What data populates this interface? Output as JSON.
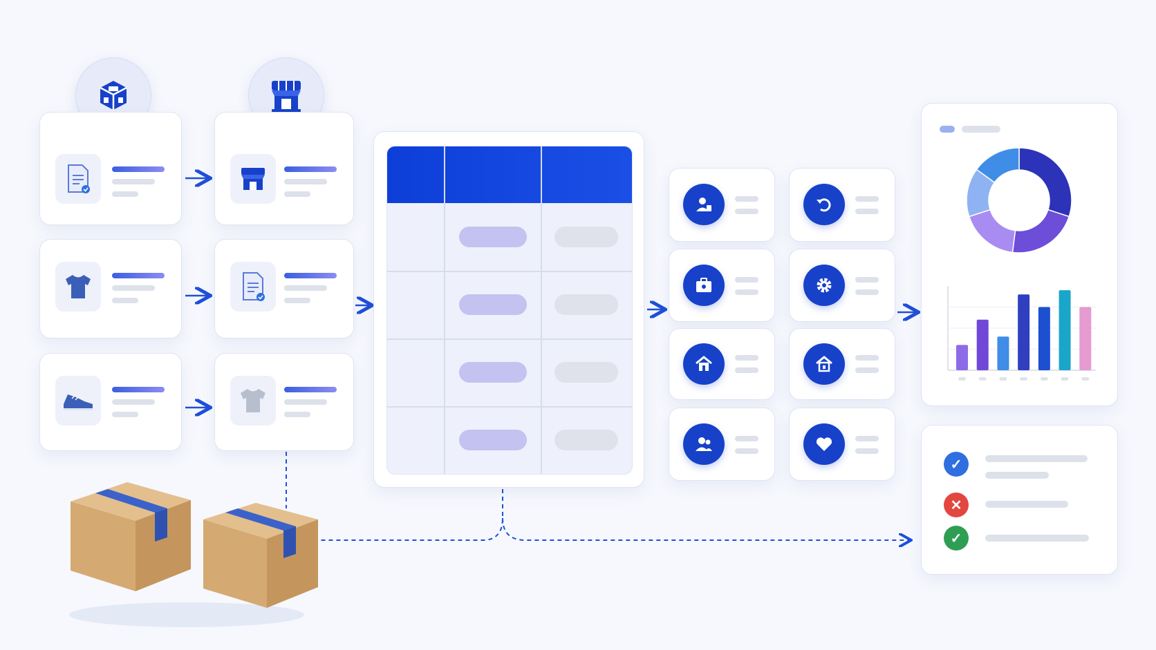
{
  "colors": {
    "accent": "#1741c9",
    "header": "#0d3fd8",
    "ok": "#2f9e55",
    "error": "#e2473f",
    "info": "#2f6fe0"
  },
  "left_column": [
    {
      "icon": "document-icon"
    },
    {
      "icon": "tshirt-icon"
    },
    {
      "icon": "sneaker-icon"
    }
  ],
  "middle_column": [
    {
      "icon": "storefront-icon"
    },
    {
      "icon": "document-icon"
    },
    {
      "icon": "tshirt-outline-icon"
    }
  ],
  "badges": [
    "cube-icon",
    "storefront-icon"
  ],
  "service_grid": [
    [
      "user-icon",
      "refresh-icon"
    ],
    [
      "briefcase-icon",
      "gear-icon"
    ],
    [
      "home-icon",
      "home-icon"
    ],
    [
      "users-icon",
      "heart-icon"
    ]
  ],
  "chart_data": {
    "type": "bar",
    "values": [
      3,
      6,
      4,
      9,
      7.5,
      9.5,
      7.5
    ],
    "colors": [
      "#8d6be8",
      "#7048d8",
      "#3f8de6",
      "#2f3fc0",
      "#1d4fd1",
      "#1aa6c8",
      "#e59ad0"
    ],
    "ylim": [
      0,
      10
    ],
    "donut": {
      "values": [
        30,
        22,
        18,
        15,
        15
      ],
      "colors": [
        "#2c33b8",
        "#6c4ed8",
        "#a88cf2",
        "#8fb2f3",
        "#3f8de6"
      ]
    }
  },
  "status_list": [
    {
      "state": "ok",
      "icon": "check-icon"
    },
    {
      "state": "error",
      "icon": "close-icon"
    },
    {
      "state": "ok",
      "icon": "check-icon"
    }
  ]
}
